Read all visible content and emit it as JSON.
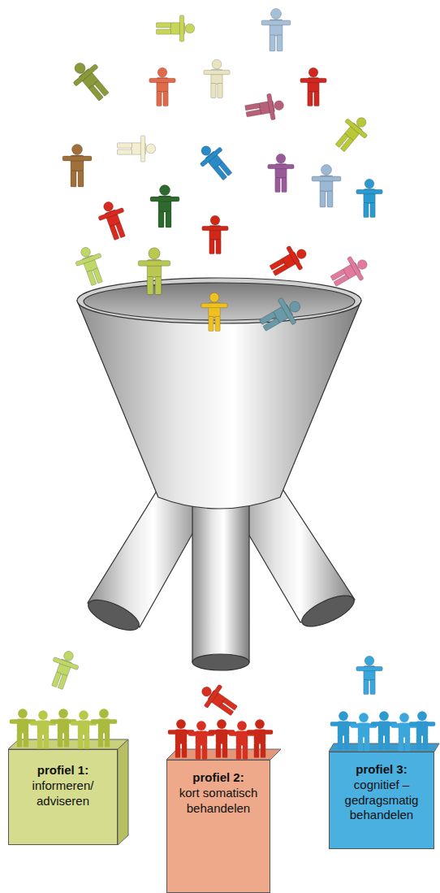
{
  "diagram": {
    "nodes": [
      {
        "text": [
          "profiel 1:",
          "informeren/ adviseren"
        ]
      },
      {
        "text": [
          "profiel 2:",
          "kort somatisch behandelen"
        ]
      },
      {
        "text": [
          "profiel 3:",
          "cognitief – gedragsmatig behandelen"
        ]
      }
    ]
  }
}
